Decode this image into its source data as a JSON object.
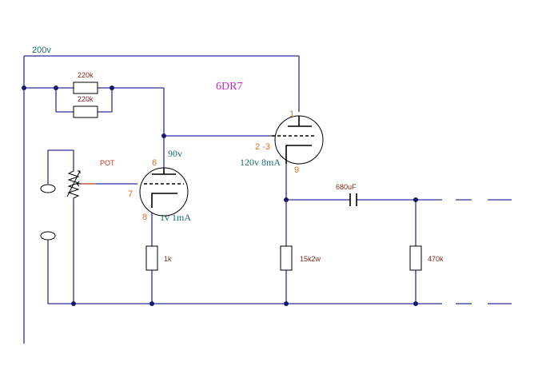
{
  "supply_label": "200v",
  "tube_label": "6DR7",
  "resistors": {
    "r1": "220k",
    "r2": "220k",
    "cathode": "1k",
    "load": "15k2w",
    "grid_leak": "470k"
  },
  "capacitor": "680uF",
  "pot_label": "POT",
  "voltages": {
    "v1_plate": "90v",
    "v1_cathode": "1v 1mA",
    "v2_cathode": "120v 8mA"
  },
  "pins": {
    "v1_plate": "6",
    "v1_grid": "7",
    "v1_cathode": "8",
    "v2_plate": "1",
    "v2_grid": "2 -3",
    "v2_cathode": "9"
  }
}
